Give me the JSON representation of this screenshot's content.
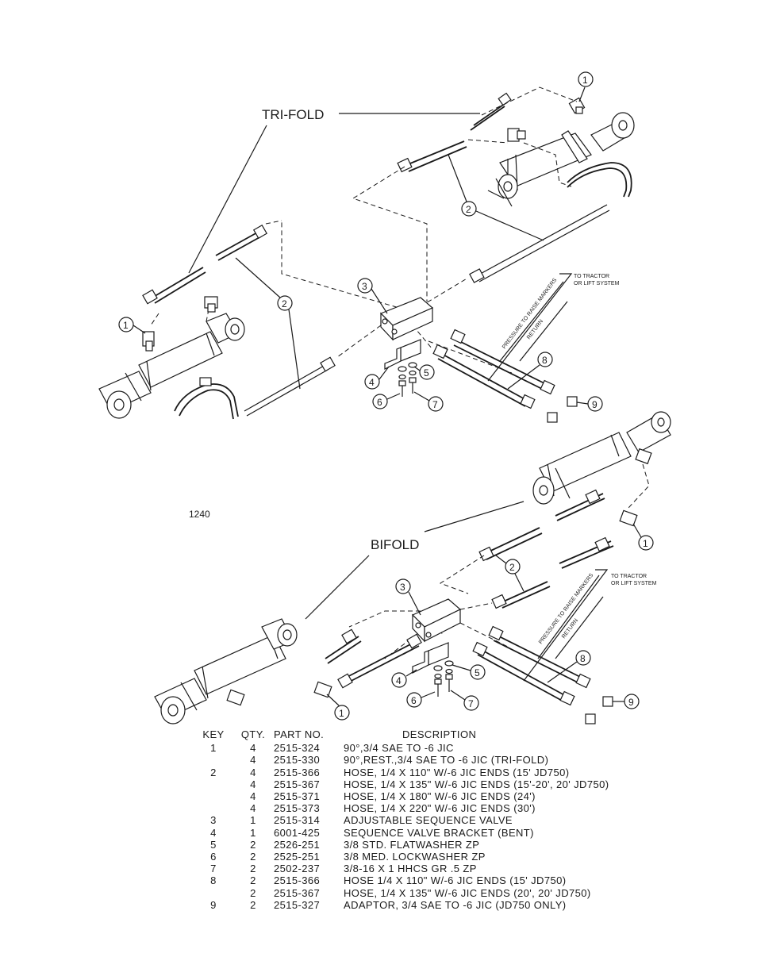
{
  "labels": {
    "trifold": "TRI-FOLD",
    "bifold": "BIFOLD",
    "figure_id": "1240",
    "to_tractor_line1": "TO TRACTOR",
    "to_tractor_line2": "OR LIFT SYSTEM",
    "pressure": "PRESSURE TO RAISE MARKERS",
    "return": "RETURN"
  },
  "callouts": {
    "trifold": [
      "1",
      "2",
      "1",
      "2",
      "3",
      "4",
      "5",
      "6",
      "7",
      "8",
      "9"
    ],
    "bifold": [
      "1",
      "2",
      "3",
      "4",
      "5",
      "6",
      "7",
      "8",
      "9",
      "1"
    ]
  },
  "table": {
    "headers": [
      "KEY",
      "QTY.",
      "PART NO.",
      "DESCRIPTION"
    ],
    "rows": [
      {
        "key": "1",
        "qty": "4",
        "part": "2515-324",
        "desc": "90°,3/4 SAE TO -6 JIC"
      },
      {
        "key": "",
        "qty": "4",
        "part": "2515-330",
        "desc": "90°,REST.,3/4 SAE TO -6 JIC (TRI-FOLD)"
      },
      {
        "key": "2",
        "qty": "4",
        "part": "2515-366",
        "desc": "HOSE, 1/4 X 110\" W/-6 JIC ENDS (15' JD750)"
      },
      {
        "key": "",
        "qty": "4",
        "part": "2515-367",
        "desc": "HOSE, 1/4 X 135\" W/-6 JIC ENDS (15'-20', 20' JD750)"
      },
      {
        "key": "",
        "qty": "4",
        "part": "2515-371",
        "desc": "HOSE, 1/4 X 180\" W/-6 JIC ENDS (24')"
      },
      {
        "key": "",
        "qty": "4",
        "part": "2515-373",
        "desc": "HOSE, 1/4 X 220\" W/-6 JIC ENDS (30')"
      },
      {
        "key": "3",
        "qty": "1",
        "part": "2515-314",
        "desc": "ADJUSTABLE SEQUENCE VALVE"
      },
      {
        "key": "4",
        "qty": "1",
        "part": "6001-425",
        "desc": "SEQUENCE VALVE BRACKET (BENT)"
      },
      {
        "key": "5",
        "qty": "2",
        "part": "2526-251",
        "desc": "3/8 STD. FLATWASHER ZP"
      },
      {
        "key": "6",
        "qty": "2",
        "part": "2525-251",
        "desc": "3/8 MED. LOCKWASHER ZP"
      },
      {
        "key": "7",
        "qty": "2",
        "part": "2502-237",
        "desc": "3/8-16 X 1 HHCS GR .5 ZP"
      },
      {
        "key": "8",
        "qty": "2",
        "part": "2515-366",
        "desc": "HOSE 1/4 X 110\" W/-6 JIC ENDS (15' JD750)"
      },
      {
        "key": "",
        "qty": "2",
        "part": "2515-367",
        "desc": "HOSE, 1/4 X 135\" W/-6 JIC ENDS (20', 20' JD750)"
      },
      {
        "key": "9",
        "qty": "2",
        "part": "2515-327",
        "desc": "ADAPTOR, 3/4 SAE TO -6 JIC (JD750 ONLY)"
      }
    ]
  }
}
